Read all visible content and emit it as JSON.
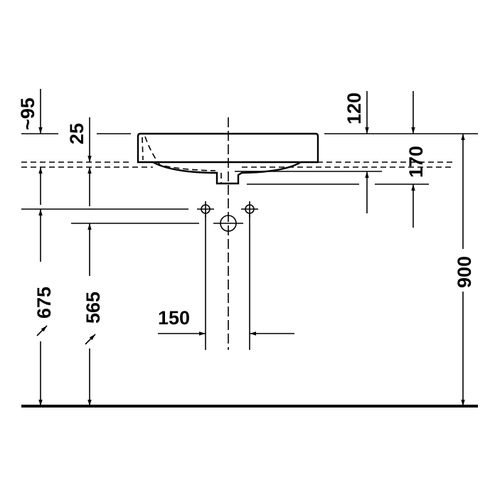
{
  "drawing": {
    "title": "Washbasin dimension drawing",
    "dimensions": {
      "d95": "~95",
      "d25": "25",
      "d120": "120",
      "d170": "170",
      "d900": "900",
      "d675": "675",
      "d565": "565",
      "d150": "150"
    },
    "line_color": "#000000",
    "background": "#ffffff"
  }
}
